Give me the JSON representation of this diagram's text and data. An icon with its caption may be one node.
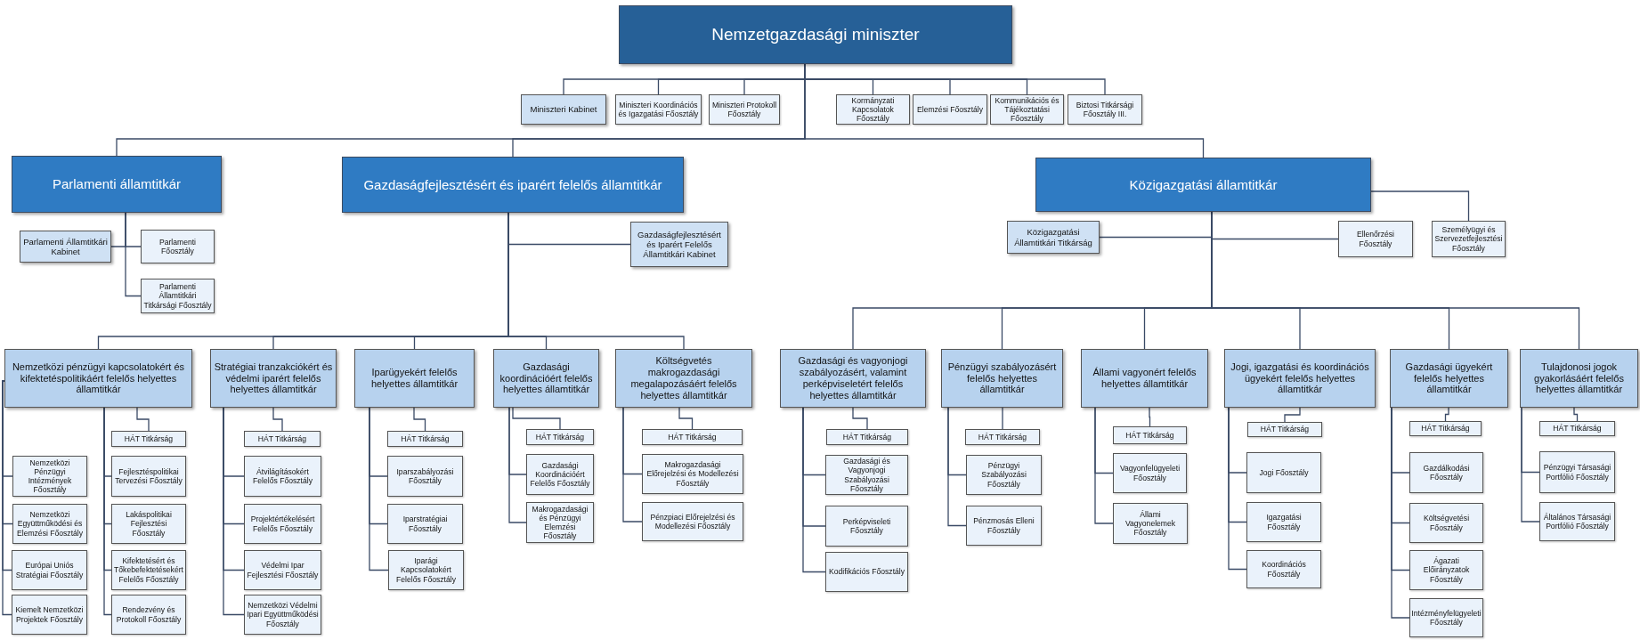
{
  "diagram": {
    "nodes": [
      {
        "text": [
          "Nemzetgazdasági miniszter"
        ]
      },
      {
        "text": [
          "Miniszteri Kabinet"
        ]
      },
      {
        "text": [
          "Miniszteri Koordinációs és Igazgatási Főosztály"
        ]
      },
      {
        "text": [
          "Miniszteri Protokoll Főosztály"
        ]
      },
      {
        "text": [
          "Kormányzati Kapcsolatok Főosztály"
        ]
      },
      {
        "text": [
          "Elemzési Főosztály"
        ]
      },
      {
        "text": [
          "Kommunikációs és Tájékoztatási Főosztály"
        ]
      },
      {
        "text": [
          "Biztosi Titkársági Főosztály III."
        ]
      },
      {
        "text": [
          "Parlamenti államtitkár"
        ]
      },
      {
        "text": [
          "Gazdaságfejlesztésért és iparért felelős államtitkár"
        ]
      },
      {
        "text": [
          "Közigazgatási államtitkár"
        ]
      },
      {
        "text": [
          "Parlamenti Államtitkári Kabinet"
        ]
      },
      {
        "text": [
          "Parlamenti Főosztály"
        ]
      },
      {
        "text": [
          "Parlamenti Államtitkári Titkársági Főosztály"
        ]
      },
      {
        "text": [
          "Gazdaságfejlesztésért és Iparért Felelős Államtitkári Kabinet"
        ]
      },
      {
        "text": [
          "Közigazgatási Államtitkári Titkárság"
        ]
      },
      {
        "text": [
          "Ellenőrzési Főosztály"
        ]
      },
      {
        "text": [
          "Személyügyi és Szervezetfejlesztési Főosztály"
        ]
      },
      {
        "text": [
          "Nemzetközi pénzügyi kapcsolatokért és kifektetéspolitikáért felelős helyettes államtitkár"
        ]
      },
      {
        "text": [
          "Stratégiai tranzakciókért és védelmi iparért felelős helyettes államtitkár"
        ]
      },
      {
        "text": [
          "Iparügyekért felelős helyettes államtitkár"
        ]
      },
      {
        "text": [
          "Gazdasági koordinációért felelős helyettes államtitkár"
        ]
      },
      {
        "text": [
          "Költségvetés makrogazdasági megalapozásáért felelős helyettes államtitkár"
        ]
      },
      {
        "text": [
          "Gazdasági és vagyonjogi szabályozásért, valamint perképviseletért felelős helyettes államtitkár"
        ]
      },
      {
        "text": [
          "Pénzügyi szabályozásért felelős helyettes államtitkár"
        ]
      },
      {
        "text": [
          "Állami vagyonért felelős helyettes államtitkár"
        ]
      },
      {
        "text": [
          "Jogi, igazgatási és koordinációs ügyekért felelős helyettes államtitkár"
        ]
      },
      {
        "text": [
          "Gazdasági ügyekért felelős helyettes államtitkár"
        ]
      },
      {
        "text": [
          "Tulajdonosi jogok gyakorlásáért felelős helyettes államtitkár"
        ]
      },
      {
        "text": [
          "HÁT Titkárság"
        ]
      },
      {
        "text": [
          "Nemzetközi Pénzügyi Intézmények Főosztály"
        ]
      },
      {
        "text": [
          "Nemzetközi Együttműködési és Elemzési Főosztály"
        ]
      },
      {
        "text": [
          "Európai Uniós Stratégiai Főosztály"
        ]
      },
      {
        "text": [
          "Kiemelt Nemzetközi Projektek Főosztály"
        ]
      },
      {
        "text": [
          "Fejlesztéspolitikai Tervezési Főosztály"
        ]
      },
      {
        "text": [
          "Lakáspolitikai Fejlesztési Főosztály"
        ]
      },
      {
        "text": [
          "Kifektetésért és Tőkebefektetésekért Felelős Főosztály"
        ]
      },
      {
        "text": [
          "Rendezvény és Protokoll Főosztály"
        ]
      },
      {
        "text": [
          "HÁT Titkárság"
        ]
      },
      {
        "text": [
          "Átvilágításokért Felelős Főosztály"
        ]
      },
      {
        "text": [
          "Projektértékelésért Felelős Főosztály"
        ]
      },
      {
        "text": [
          "Védelmi Ipar Fejlesztési Főosztály"
        ]
      },
      {
        "text": [
          "Nemzetközi Védelmi Ipari Együttműködési Főosztály"
        ]
      },
      {
        "text": [
          "HÁT Titkárság"
        ]
      },
      {
        "text": [
          "Iparszabályozási Főosztály"
        ]
      },
      {
        "text": [
          "Iparstratégiai Főosztály"
        ]
      },
      {
        "text": [
          "Iparági Kapcsolatokért Felelős Főosztály"
        ]
      },
      {
        "text": [
          "HÁT Titkárság"
        ]
      },
      {
        "text": [
          "Gazdasági Koordinációért Felelős Főosztály"
        ]
      },
      {
        "text": [
          "Makrogazdasági és Pénzügyi Elemzési Főosztály"
        ]
      },
      {
        "text": [
          "HÁT Titkárság"
        ]
      },
      {
        "text": [
          "Makrogazdasági Előrejelzési és Modellezési Főosztály"
        ]
      },
      {
        "text": [
          "Pénzpiaci Előrejelzési és Modellezési Főosztály"
        ]
      },
      {
        "text": [
          "HÁT Titkárság"
        ]
      },
      {
        "text": [
          "Gazdasági és Vagyonjogi Szabályozási Főosztály"
        ]
      },
      {
        "text": [
          "Perképviseleti Főosztály"
        ]
      },
      {
        "text": [
          "Kodifikációs Főosztály"
        ]
      },
      {
        "text": [
          "HÁT Titkárság"
        ]
      },
      {
        "text": [
          "Pénzügyi Szabályozási Főosztály"
        ]
      },
      {
        "text": [
          "Pénzmosás Elleni Főosztály"
        ]
      },
      {
        "text": [
          "HÁT Titkárság"
        ]
      },
      {
        "text": [
          "Vagyonfelügyeleti Főosztály"
        ]
      },
      {
        "text": [
          "Állami Vagyonelemek Főosztály"
        ]
      },
      {
        "text": [
          "HÁT Titkárság"
        ]
      },
      {
        "text": [
          "Jogi Főosztály"
        ]
      },
      {
        "text": [
          "Igazgatási Főosztály"
        ]
      },
      {
        "text": [
          "Koordinációs Főosztály"
        ]
      },
      {
        "text": [
          "HÁT Titkárság"
        ]
      },
      {
        "text": [
          "Gazdálkodási Főosztály"
        ]
      },
      {
        "text": [
          "Költségvetési Főosztály"
        ]
      },
      {
        "text": [
          "Ágazati Előirányzatok Főosztály"
        ]
      },
      {
        "text": [
          "Intézményfelügyeleti Főosztály"
        ]
      },
      {
        "text": [
          "HÁT Titkárság"
        ]
      },
      {
        "text": [
          "Pénzügyi Társasági Portfólió Főosztály"
        ]
      },
      {
        "text": [
          "Általános Társasági Portfólió Főosztály"
        ]
      }
    ],
    "edges": [
      {
        "from": 0,
        "to": 1,
        "arrow": "none"
      },
      {
        "from": 0,
        "to": 2,
        "arrow": "none"
      },
      {
        "from": 0,
        "to": 3,
        "arrow": "none"
      },
      {
        "from": 0,
        "to": 4,
        "arrow": "none"
      },
      {
        "from": 0,
        "to": 5,
        "arrow": "none"
      },
      {
        "from": 0,
        "to": 6,
        "arrow": "none"
      },
      {
        "from": 0,
        "to": 7,
        "arrow": "none"
      },
      {
        "from": 0,
        "to": 8,
        "arrow": "none"
      },
      {
        "from": 0,
        "to": 9,
        "arrow": "none"
      },
      {
        "from": 0,
        "to": 10,
        "arrow": "none"
      },
      {
        "from": 8,
        "to": 11,
        "arrow": "none"
      },
      {
        "from": 8,
        "to": 12,
        "arrow": "none"
      },
      {
        "from": 8,
        "to": 13,
        "arrow": "none"
      },
      {
        "from": 9,
        "to": 14,
        "arrow": "none"
      },
      {
        "from": 10,
        "to": 15,
        "arrow": "none"
      },
      {
        "from": 10,
        "to": 16,
        "arrow": "none"
      },
      {
        "from": 10,
        "to": 17,
        "arrow": "none"
      },
      {
        "from": 9,
        "to": 18,
        "arrow": "none"
      },
      {
        "from": 9,
        "to": 19,
        "arrow": "none"
      },
      {
        "from": 9,
        "to": 20,
        "arrow": "none"
      },
      {
        "from": 9,
        "to": 21,
        "arrow": "none"
      },
      {
        "from": 9,
        "to": 22,
        "arrow": "none"
      },
      {
        "from": 10,
        "to": 23,
        "arrow": "none"
      },
      {
        "from": 10,
        "to": 24,
        "arrow": "none"
      },
      {
        "from": 10,
        "to": 25,
        "arrow": "none"
      },
      {
        "from": 10,
        "to": 26,
        "arrow": "none"
      },
      {
        "from": 10,
        "to": 27,
        "arrow": "none"
      },
      {
        "from": 10,
        "to": 28,
        "arrow": "none"
      },
      {
        "from": 18,
        "to": 29,
        "arrow": "none"
      },
      {
        "from": 18,
        "to": 30,
        "arrow": "none"
      },
      {
        "from": 18,
        "to": 31,
        "arrow": "none"
      },
      {
        "from": 18,
        "to": 32,
        "arrow": "none"
      },
      {
        "from": 18,
        "to": 33,
        "arrow": "none"
      },
      {
        "from": 18,
        "to": 34,
        "arrow": "none"
      },
      {
        "from": 18,
        "to": 35,
        "arrow": "none"
      },
      {
        "from": 18,
        "to": 36,
        "arrow": "none"
      },
      {
        "from": 18,
        "to": 37,
        "arrow": "none"
      },
      {
        "from": 19,
        "to": 38,
        "arrow": "none"
      },
      {
        "from": 19,
        "to": 39,
        "arrow": "none"
      },
      {
        "from": 19,
        "to": 40,
        "arrow": "none"
      },
      {
        "from": 19,
        "to": 41,
        "arrow": "none"
      },
      {
        "from": 19,
        "to": 42,
        "arrow": "none"
      },
      {
        "from": 20,
        "to": 43,
        "arrow": "none"
      },
      {
        "from": 20,
        "to": 44,
        "arrow": "none"
      },
      {
        "from": 20,
        "to": 45,
        "arrow": "none"
      },
      {
        "from": 20,
        "to": 46,
        "arrow": "none"
      },
      {
        "from": 21,
        "to": 47,
        "arrow": "none"
      },
      {
        "from": 21,
        "to": 48,
        "arrow": "none"
      },
      {
        "from": 21,
        "to": 49,
        "arrow": "none"
      },
      {
        "from": 22,
        "to": 50,
        "arrow": "none"
      },
      {
        "from": 22,
        "to": 51,
        "arrow": "none"
      },
      {
        "from": 22,
        "to": 52,
        "arrow": "none"
      },
      {
        "from": 23,
        "to": 53,
        "arrow": "none"
      },
      {
        "from": 23,
        "to": 54,
        "arrow": "none"
      },
      {
        "from": 23,
        "to": 55,
        "arrow": "none"
      },
      {
        "from": 23,
        "to": 56,
        "arrow": "none"
      },
      {
        "from": 24,
        "to": 57,
        "arrow": "none"
      },
      {
        "from": 24,
        "to": 58,
        "arrow": "none"
      },
      {
        "from": 24,
        "to": 59,
        "arrow": "none"
      },
      {
        "from": 25,
        "to": 60,
        "arrow": "none"
      },
      {
        "from": 25,
        "to": 61,
        "arrow": "none"
      },
      {
        "from": 25,
        "to": 62,
        "arrow": "none"
      },
      {
        "from": 26,
        "to": 63,
        "arrow": "none"
      },
      {
        "from": 26,
        "to": 64,
        "arrow": "none"
      },
      {
        "from": 26,
        "to": 65,
        "arrow": "none"
      },
      {
        "from": 26,
        "to": 66,
        "arrow": "none"
      },
      {
        "from": 27,
        "to": 67,
        "arrow": "none"
      },
      {
        "from": 27,
        "to": 68,
        "arrow": "none"
      },
      {
        "from": 27,
        "to": 69,
        "arrow": "none"
      },
      {
        "from": 27,
        "to": 70,
        "arrow": "none"
      },
      {
        "from": 27,
        "to": 71,
        "arrow": "none"
      },
      {
        "from": 28,
        "to": 72,
        "arrow": "none"
      },
      {
        "from": 28,
        "to": 73,
        "arrow": "none"
      },
      {
        "from": 28,
        "to": 74,
        "arrow": "none"
      }
    ]
  }
}
